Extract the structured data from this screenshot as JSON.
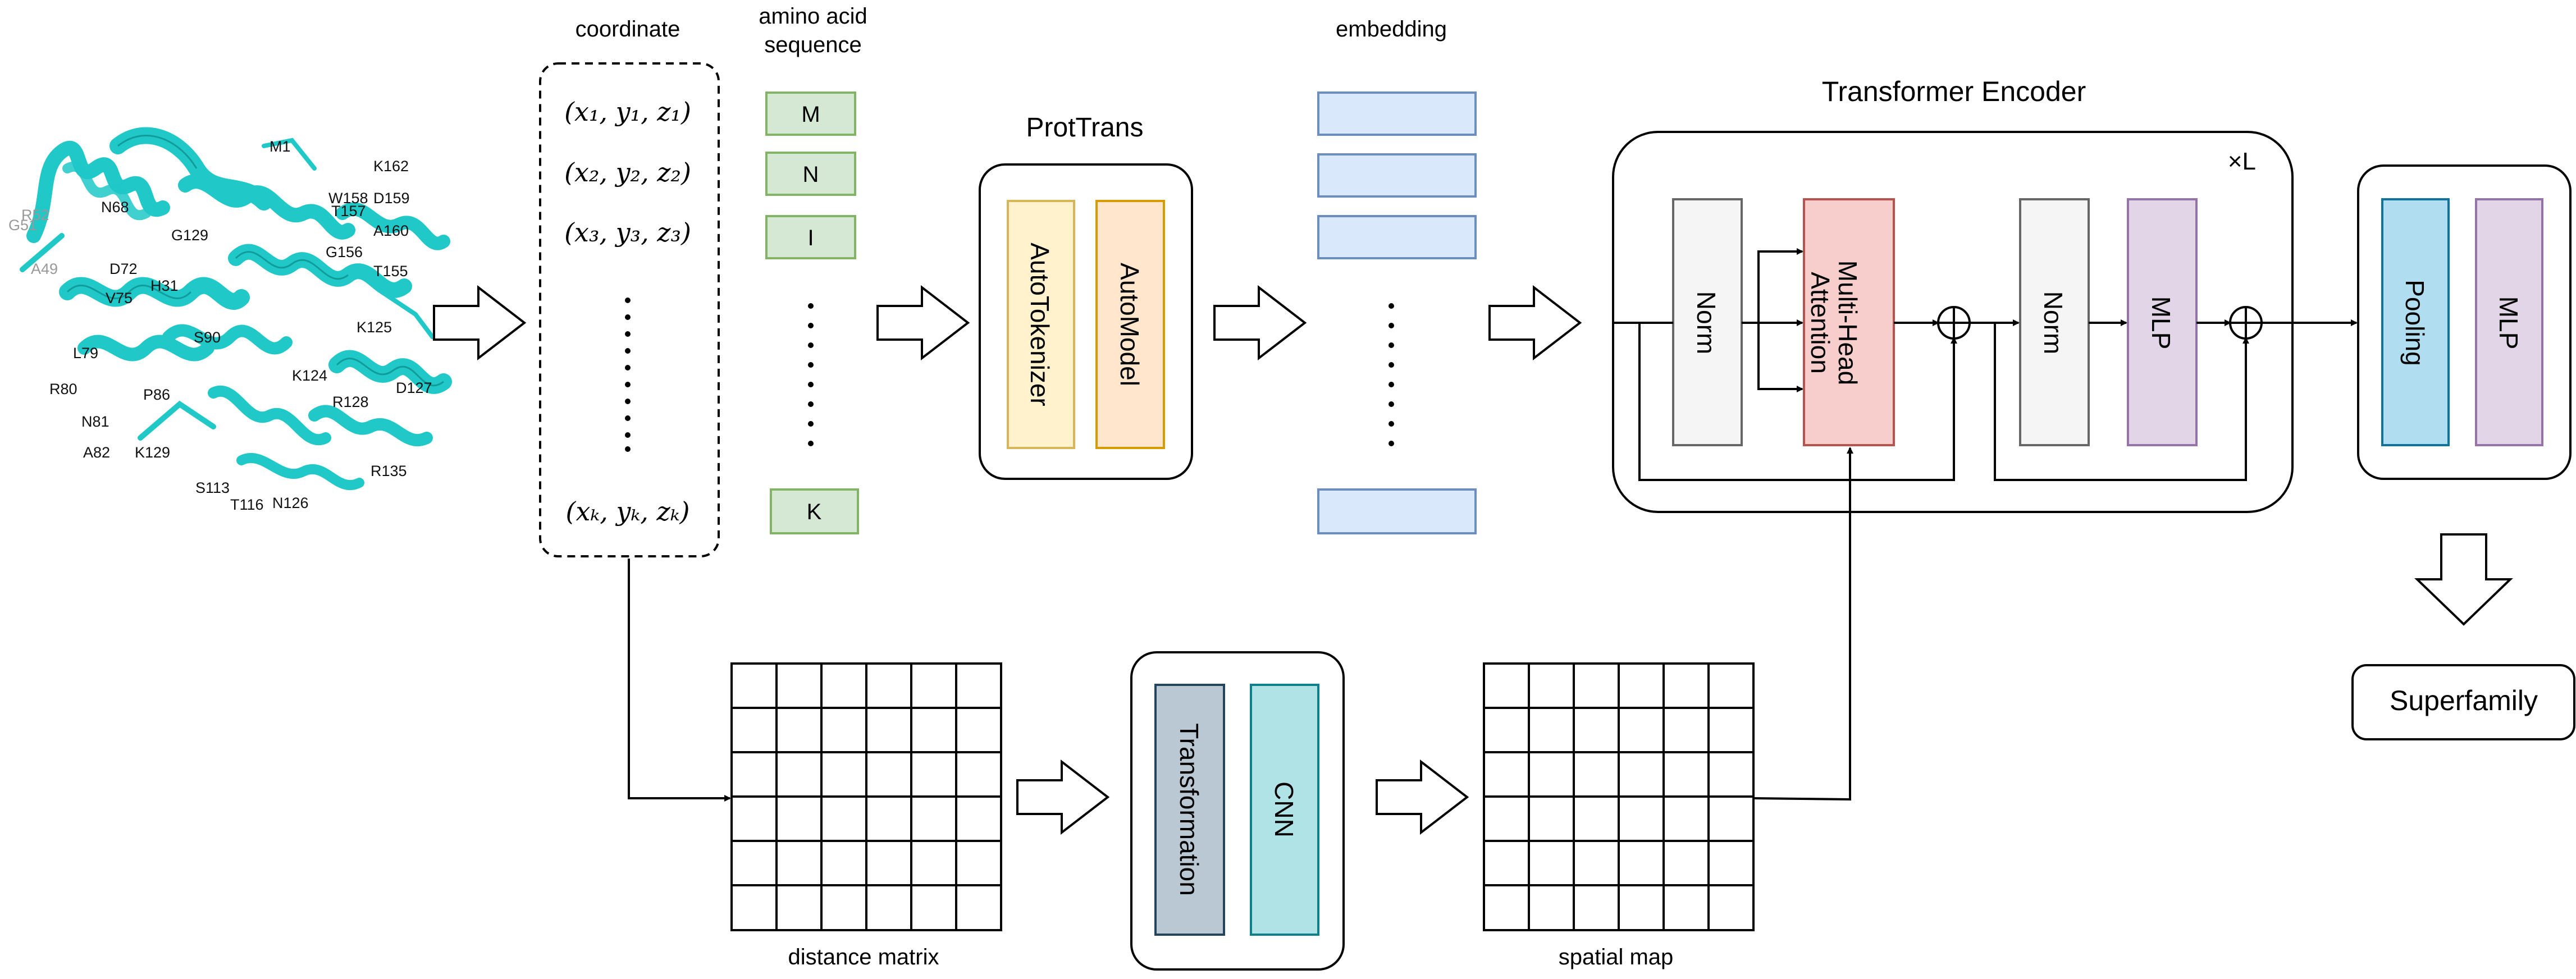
{
  "labels": {
    "coordinate": "coordinate",
    "amino_acid_line1": "amino acid",
    "amino_acid_line2": "sequence",
    "embedding": "embedding",
    "prottrans": "ProtTrans",
    "transformer_encoder": "Transformer Encoder",
    "xL": "×L",
    "distance_matrix": "distance matrix",
    "spatial_map": "spatial map",
    "superfamily": "Superfamily"
  },
  "coordinates": [
    "(x₁, y₁, z₁)",
    "(x₂, y₂, z₂)",
    "(x₃, y₃, z₃)",
    "(xₖ, yₖ, zₖ)"
  ],
  "sequence": [
    "M",
    "N",
    "I",
    "K"
  ],
  "prottrans_blocks": [
    "AutoTokenizer",
    "AutoModel"
  ],
  "encoder_blocks": {
    "norm1": "Norm",
    "attention_line1": "Multi-Head",
    "attention_line2": "Attention",
    "norm2": "Norm",
    "mlp": "MLP"
  },
  "head_blocks": [
    "Pooling",
    "MLP"
  ],
  "spatial_blocks": [
    "Transformation",
    "CNN"
  ],
  "residue_labels": [
    "M1",
    "K162",
    "W158",
    "D159",
    "T157",
    "A160",
    "G156",
    "T155",
    "N68",
    "A49",
    "L79",
    "R80",
    "N81",
    "A82",
    "V75",
    "P86",
    "D72",
    "K124",
    "R128",
    "K129",
    "S113",
    "T116",
    "N126",
    "R135",
    "D127",
    "G51",
    "K125",
    "R52",
    "H31",
    "S90",
    "G129"
  ],
  "colors": {
    "green_fill": "#d5e8d4",
    "green_stroke": "#82b366",
    "blue_fill": "#dae8fc",
    "blue_stroke": "#6c8ebf",
    "yellow_fill": "#fff2cc",
    "yellow_stroke": "#d6b656",
    "orange_fill": "#ffe6cc",
    "orange_stroke": "#d79b00",
    "gray_fill": "#f5f5f5",
    "gray_stroke": "#666666",
    "red_fill": "#f8cecc",
    "red_stroke": "#b85450",
    "purple_fill": "#e1d5e7",
    "purple_stroke": "#9673a6",
    "cyan_fill": "#b1ddf0",
    "cyan_stroke": "#10739e",
    "teal_fill": "#b0e3e6",
    "teal_stroke": "#0e8088",
    "slate_fill": "#bac8d3",
    "slate_stroke": "#23445d",
    "protein": "#20c8c8"
  }
}
